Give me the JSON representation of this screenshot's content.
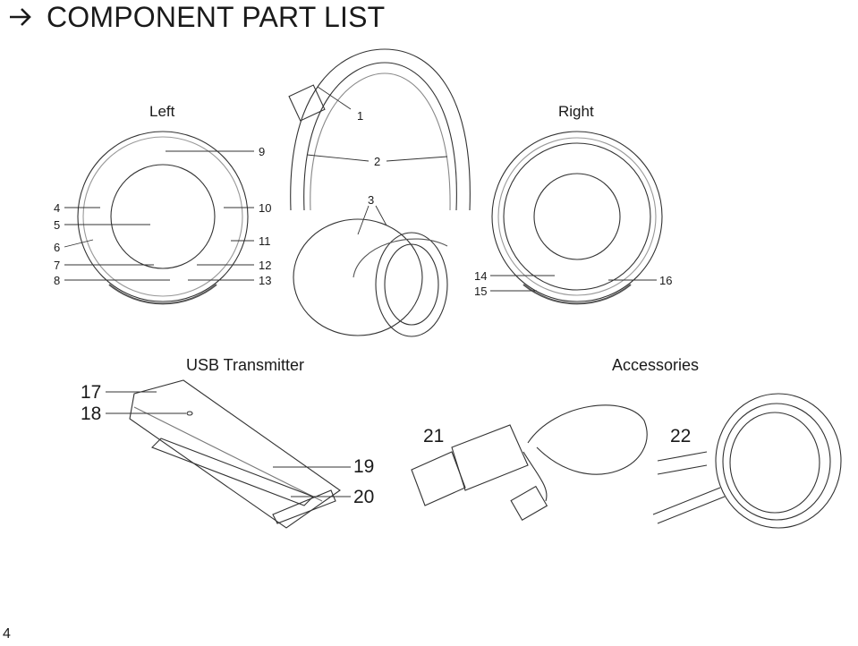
{
  "title": "COMPONENT PART LIST",
  "views": {
    "left": "Left",
    "right": "Right"
  },
  "sections": {
    "usb": "USB Transmitter",
    "accessories": "Accessories"
  },
  "callouts": {
    "c1": "1",
    "c2": "2",
    "c3": "3",
    "c4": "4",
    "c5": "5",
    "c6": "6",
    "c7": "7",
    "c8": "8",
    "c9": "9",
    "c10": "10",
    "c11": "11",
    "c12": "12",
    "c13": "13",
    "c14": "14",
    "c15": "15",
    "c16": "16",
    "c17": "17",
    "c18": "18",
    "c19": "19",
    "c20": "20",
    "c21": "21",
    "c22": "22"
  },
  "page_number": "4"
}
